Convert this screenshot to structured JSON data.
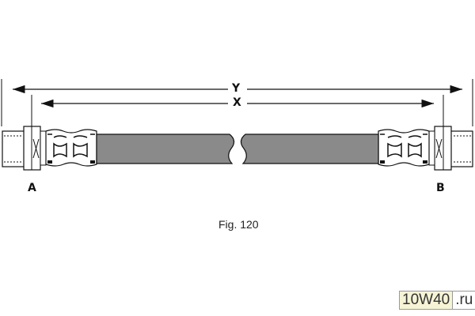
{
  "diagram": {
    "dimension_outer": "Y",
    "dimension_inner": "X",
    "end_left": "A",
    "end_right": "B",
    "caption": "Fig. 120"
  },
  "watermark": {
    "main": "10W40",
    "suffix": ".ru"
  },
  "colors": {
    "hose": "#8a8a8a",
    "line": "#111111"
  }
}
